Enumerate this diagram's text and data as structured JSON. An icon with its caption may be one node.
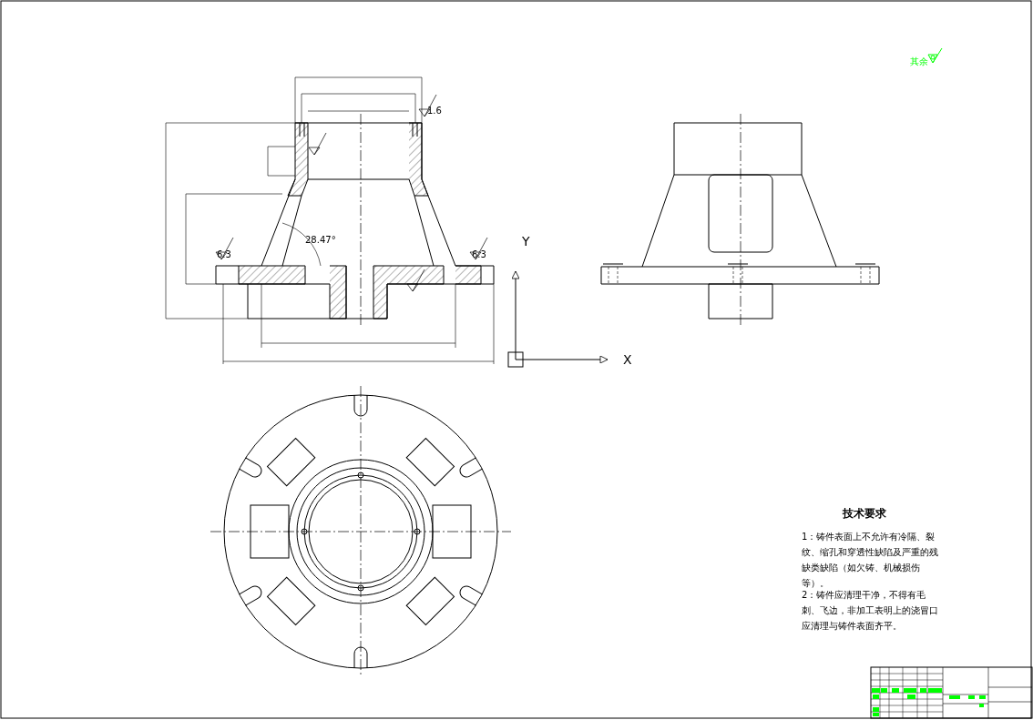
{
  "diagram": {
    "labels": [
      "其余",
      "1.6",
      "6.3",
      "6.3",
      "28.47°",
      "Y",
      "X",
      "技术要求",
      "1：铸件表面上不允许有冷隔、裂纹、缩孔和穿透性缺陷及严重的残缺类缺陷（如欠铸、机械损伤等）。",
      "2：铸件应清理干净，不得有毛刺、飞边，非加工表明上的浇冒口应清理与铸件表面齐平。"
    ]
  }
}
